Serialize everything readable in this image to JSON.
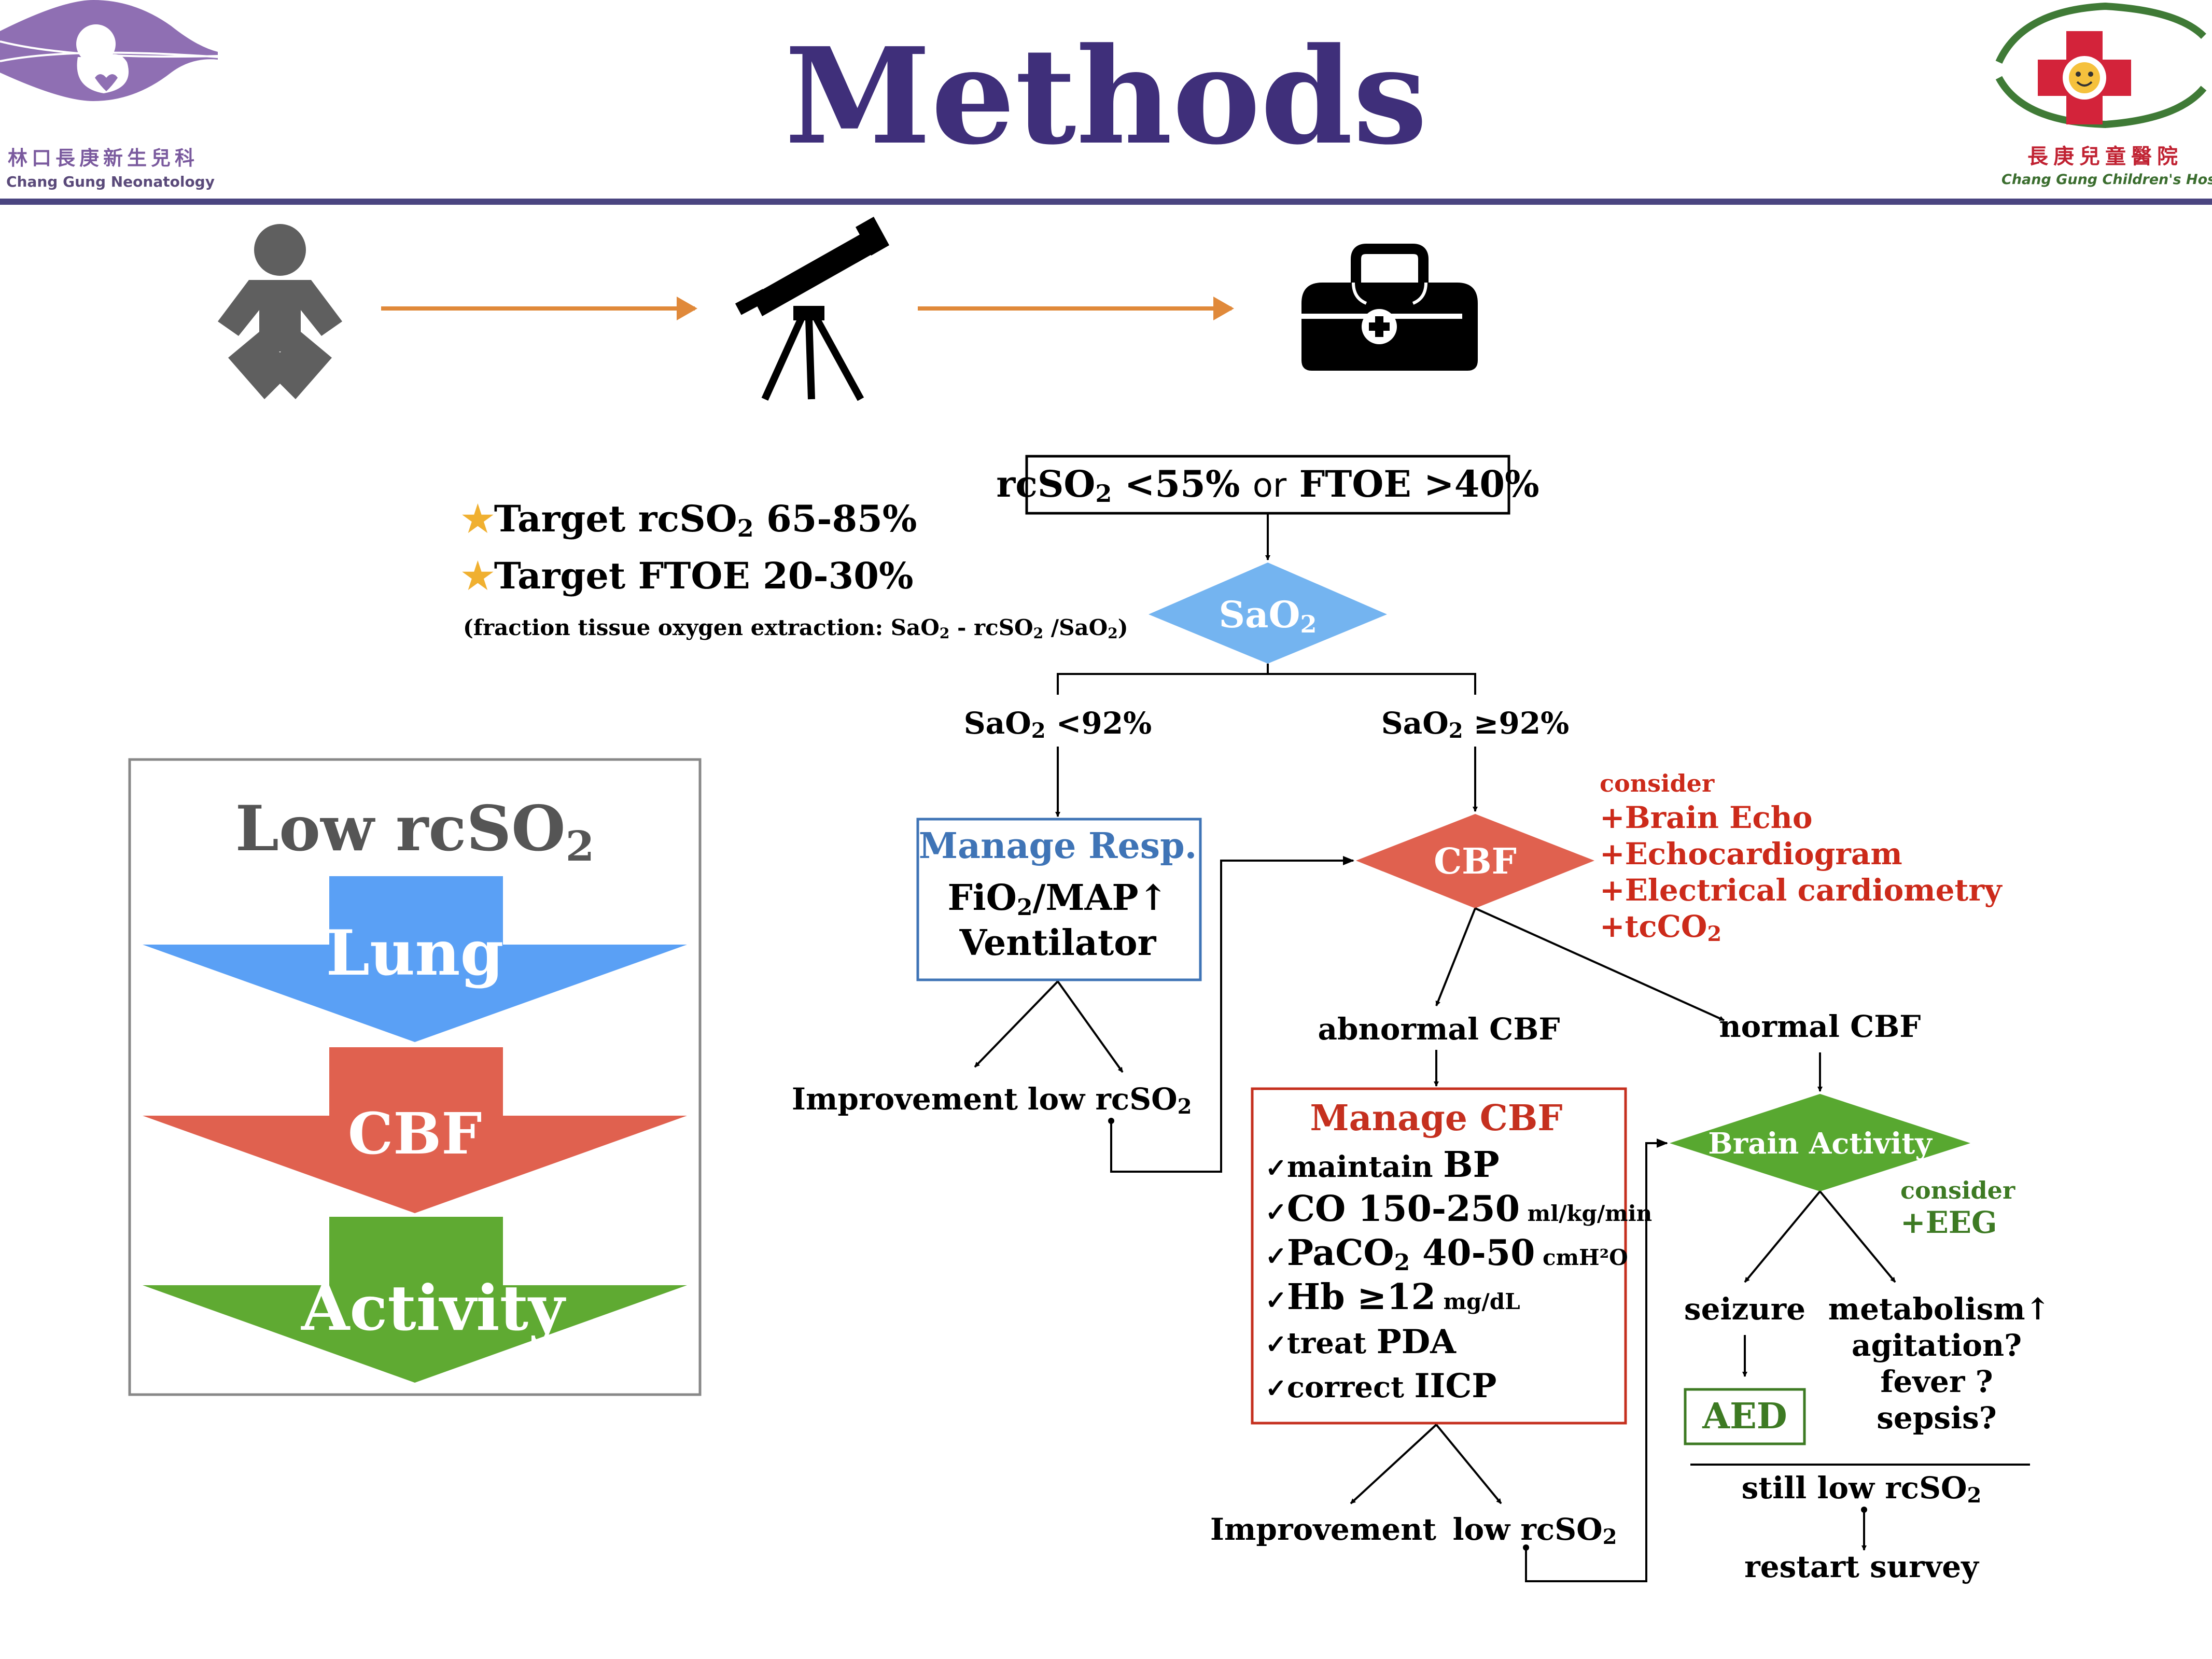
{
  "header": {
    "title": "Methods",
    "left_logo": {
      "cn": "林口長庚新生兒科",
      "en": "Chang Gung Neonatology",
      "icon": "fetus-logo-icon"
    },
    "right_logo": {
      "cn": "長庚兒童醫院",
      "en": "Chang Gung Children's Hospital",
      "icon": "children-hospital-cross-icon"
    },
    "divider_color": "#4a4580"
  },
  "process_icons": [
    "baby-icon",
    "telescope-icon",
    "medical-bag-icon"
  ],
  "targets": {
    "line1": {
      "star": "★",
      "text": "Target rcSO",
      "sub": "2",
      "tail": " 65-85%"
    },
    "line2": {
      "star": "★",
      "text": "Target FTOE  20-30%"
    },
    "note": {
      "p1": "(fraction tissue oxygen extraction: SaO",
      "s1": "2",
      "p2": " - rcSO",
      "s2": "2",
      "p3": " /SaO",
      "s3": "2",
      "p4": ")"
    }
  },
  "left_panel": {
    "title": {
      "text": "Low rcSO",
      "sub": "2"
    },
    "arrows": [
      "Lung",
      "CBF",
      "Activity"
    ]
  },
  "flow": {
    "start": {
      "a": "rcSO",
      "a_sub": "2",
      "b": " <55% ",
      "c": "or",
      "d": " FTOE >40%"
    },
    "sao2": {
      "text": "SaO",
      "sub": "2"
    },
    "branch_low": {
      "text": "SaO",
      "sub": "2",
      "tail": " <92%"
    },
    "branch_high": {
      "text": "SaO",
      "sub": "2",
      "tail": " ≥92%"
    },
    "manage_resp": {
      "title": "Manage  Resp.",
      "l1a": "FiO",
      "l1s": "2",
      "l1b": "/MAP↑",
      "l2": "Ventilator"
    },
    "resp_outcomes": {
      "improvement": "Improvement",
      "low": "low rcSO",
      "low_sub": "2"
    },
    "cbf": "CBF",
    "consider_cbf": {
      "label": "consider",
      "items": [
        "+Brain Echo",
        "+Echocardiogram",
        "+Electrical cardiometry",
        "+tcCO"
      ],
      "last_sub": "2"
    },
    "abnormal_cbf": "abnormal CBF",
    "normal_cbf": "normal CBF",
    "manage_cbf": {
      "title": "Manage  CBF",
      "check": "✓",
      "i1": {
        "a": "maintain ",
        "b": "BP"
      },
      "i2": {
        "a": "CO 150-250",
        "u": " ml/kg/min"
      },
      "i3": {
        "a": "PaCO",
        "s": "2",
        "b": " 40-50",
        "u": " cmH²O"
      },
      "i4": {
        "a": "Hb ≥12",
        "u": " mg/dL"
      },
      "i5": {
        "a": "treat ",
        "b": "PDA"
      },
      "i6": {
        "a": "correct ",
        "b": "IICP"
      }
    },
    "cbf_outcomes": {
      "improvement": "Improvement",
      "low": "low rcSO",
      "low_sub": "2"
    },
    "brain_activity": "Brain Activity",
    "consider_eeg": {
      "label": "consider",
      "item": "+EEG"
    },
    "seizure": "seizure",
    "aed": "AED",
    "metabolism": [
      "metabolism↑",
      "agitation?",
      "fever ?",
      "sepsis?"
    ],
    "still_low": {
      "text": "still  low rcSO",
      "sub": "2"
    },
    "restart": "restart survey"
  },
  "colors": {
    "title": "#3f2f7a",
    "orange_arrow": "#e0893a",
    "sao2_diamond": "#74b4f0",
    "cbf_diamond": "#e0614f",
    "brain_diamond": "#58a830",
    "lung_arrow": "#5aa0f5",
    "cbf_arrow": "#e0614f",
    "activity_arrow": "#5faa32",
    "resp_title": "#3f74b6",
    "cbf_red": "#c5301f",
    "consider_red": "#cc2a1a",
    "green_text": "#3d7a23",
    "logo_purple": "#8f6fb3",
    "logo_green": "#3f7a36",
    "logo_red": "#d3233a"
  }
}
